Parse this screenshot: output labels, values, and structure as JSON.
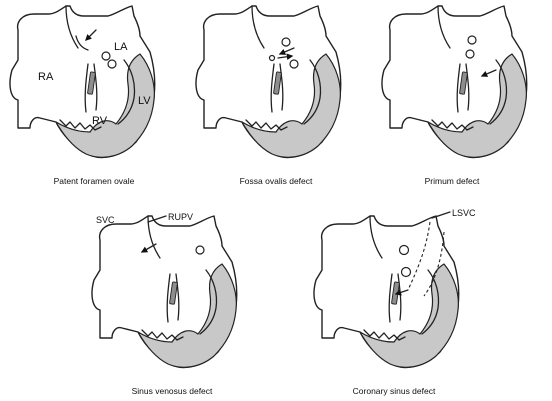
{
  "panels": [
    {
      "caption": "Patent foramen ovale",
      "labels": {
        "ra": "RA",
        "la": "LA",
        "rv": "RV",
        "lv": "LV"
      }
    },
    {
      "caption": "Fossa ovalis defect"
    },
    {
      "caption": "Primum defect"
    },
    {
      "caption": "Sinus venosus defect",
      "labels": {
        "svc": "SVC",
        "rupv": "RUPV"
      }
    },
    {
      "caption": "Coronary sinus defect",
      "labels": {
        "lsvc": "LSVC"
      }
    }
  ]
}
